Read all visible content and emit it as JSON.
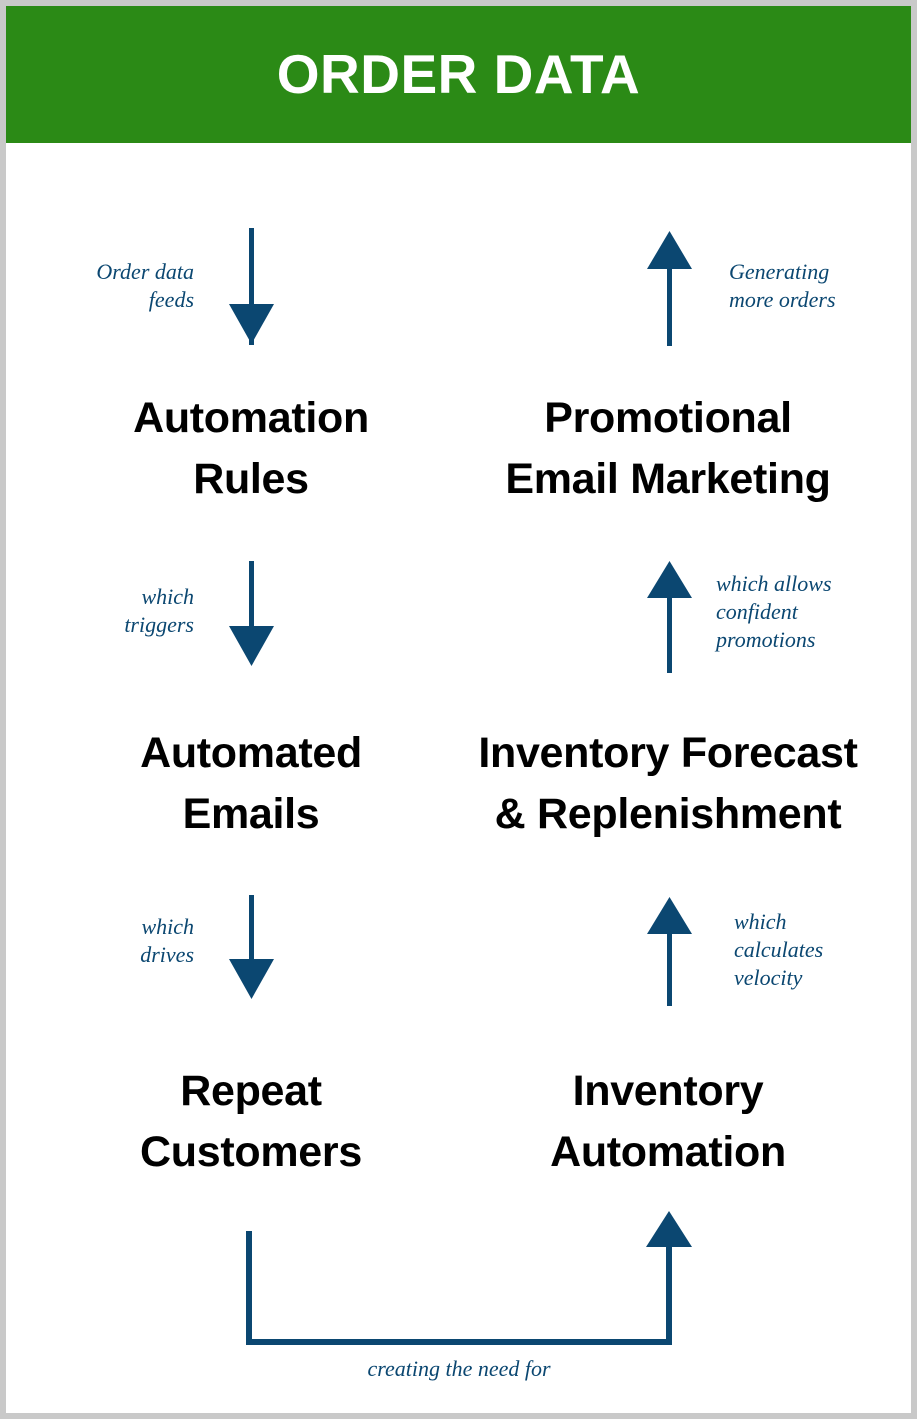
{
  "header": {
    "title": "ORDER DATA",
    "background_color": "#2b8a16",
    "text_color": "#ffffff"
  },
  "theme": {
    "accent_navy": "#0b4771",
    "node_text_color": "#000000",
    "page_background": "#ffffff",
    "page_border_color": "#c9c9c9"
  },
  "nodes": [
    {
      "id": "automation-rules",
      "label": "Automation\nRules",
      "column": "left",
      "row": 1
    },
    {
      "id": "promotional-email",
      "label": "Promotional\nEmail Marketing",
      "column": "right",
      "row": 1
    },
    {
      "id": "automated-emails",
      "label": "Automated\nEmails",
      "column": "left",
      "row": 2
    },
    {
      "id": "inventory-forecast",
      "label": "Inventory Forecast\n& Replenishment",
      "column": "right",
      "row": 2
    },
    {
      "id": "repeat-customers",
      "label": "Repeat\nCustomers",
      "column": "left",
      "row": 3
    },
    {
      "id": "inventory-automation",
      "label": "Inventory\nAutomation",
      "column": "right",
      "row": 3
    }
  ],
  "edges": [
    {
      "id": "order-data-feeds",
      "label": "Order data\nfeeds",
      "direction": "down",
      "column": "left",
      "label_side": "left"
    },
    {
      "id": "generating-more-orders",
      "label": "Generating\nmore orders",
      "direction": "up",
      "column": "right",
      "label_side": "right"
    },
    {
      "id": "which-triggers",
      "label": "which\ntriggers",
      "direction": "down",
      "column": "left",
      "label_side": "left"
    },
    {
      "id": "which-allows",
      "label": "which allows\nconfident\npromotions",
      "direction": "up",
      "column": "right",
      "label_side": "right"
    },
    {
      "id": "which-drives",
      "label": "which\ndrives",
      "direction": "down",
      "column": "left",
      "label_side": "left"
    },
    {
      "id": "which-calculates",
      "label": "which\ncalculates\nvelocity",
      "direction": "up",
      "column": "right",
      "label_side": "right"
    },
    {
      "id": "creating-the-need-for",
      "label": "creating the need for",
      "direction": "u-turn-up-right",
      "column": "bottom",
      "label_side": "center"
    }
  ],
  "chart_data": {
    "type": "diagram",
    "title": "ORDER DATA",
    "diagram_kind": "cycle-flowchart",
    "nodes": [
      "Automation Rules",
      "Automated Emails",
      "Repeat Customers",
      "Inventory Automation",
      "Inventory Forecast & Replenishment",
      "Promotional Email Marketing"
    ],
    "links": [
      {
        "from": "ORDER DATA",
        "to": "Automation Rules",
        "label": "Order data feeds"
      },
      {
        "from": "Automation Rules",
        "to": "Automated Emails",
        "label": "which triggers"
      },
      {
        "from": "Automated Emails",
        "to": "Repeat Customers",
        "label": "which drives"
      },
      {
        "from": "Repeat Customers",
        "to": "Inventory Automation",
        "label": "creating the need for"
      },
      {
        "from": "Inventory Automation",
        "to": "Inventory Forecast & Replenishment",
        "label": "which calculates velocity"
      },
      {
        "from": "Inventory Forecast & Replenishment",
        "to": "Promotional Email Marketing",
        "label": "which allows confident promotions"
      },
      {
        "from": "Promotional Email Marketing",
        "to": "ORDER DATA",
        "label": "Generating more orders"
      }
    ]
  }
}
